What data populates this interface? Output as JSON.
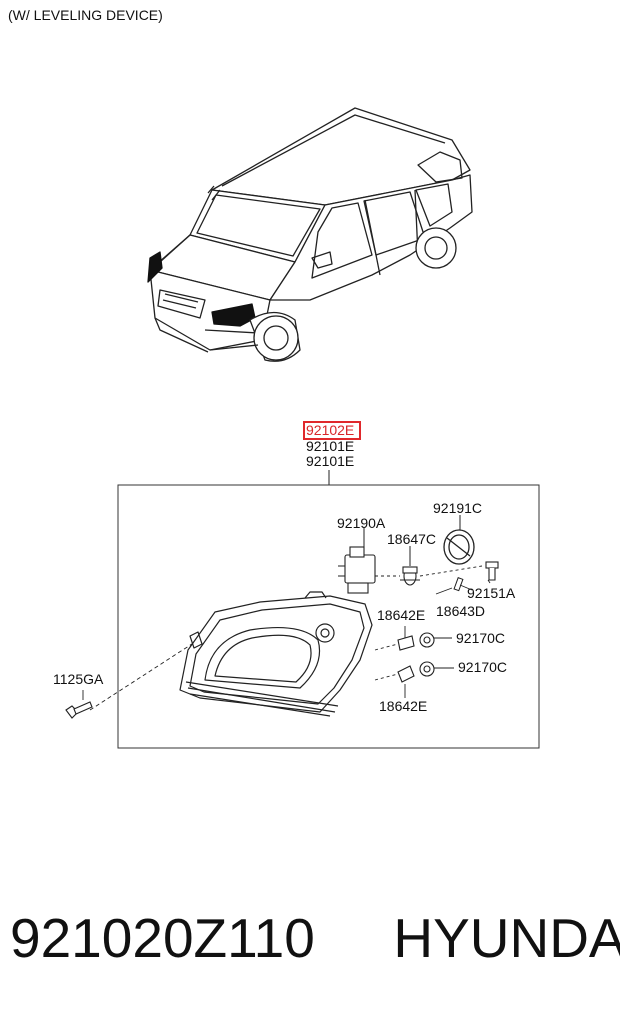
{
  "header_note": "(W/ LEVELING DEVICE)",
  "assembly": {
    "highlighted_part": "92102E",
    "alt_part_1": "92101E",
    "alt_part_2": "92101E"
  },
  "callouts": {
    "p92190A": "92190A",
    "p92191C": "92191C",
    "p18647C": "18647C",
    "p92151A": "92151A",
    "p18643D": "18643D",
    "p18642E_top": "18642E",
    "p92170C_top": "92170C",
    "p92170C_bottom": "92170C",
    "p18642E_bottom": "18642E",
    "p1125GA": "1125GA"
  },
  "footer": {
    "part_number": "921020Z110",
    "brand": "HYUNDAI"
  },
  "colors": {
    "highlight": "#e0282c",
    "line": "#222222"
  }
}
